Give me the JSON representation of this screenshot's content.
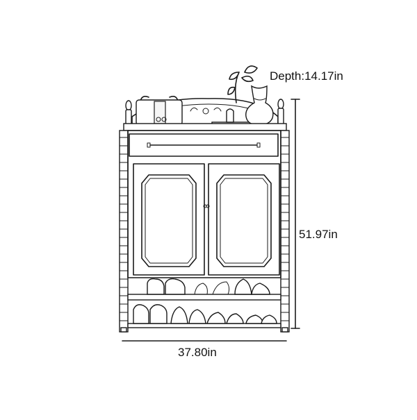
{
  "dimensions": {
    "depth": "Depth:14.17in",
    "height": "51.97in",
    "width": "37.80in"
  },
  "icons": [
    "handbag-icon",
    "flower-vase-icon",
    "book-icon",
    "shoe-icon"
  ],
  "colors": {
    "line": "#1a1a1a",
    "background": "#ffffff"
  }
}
